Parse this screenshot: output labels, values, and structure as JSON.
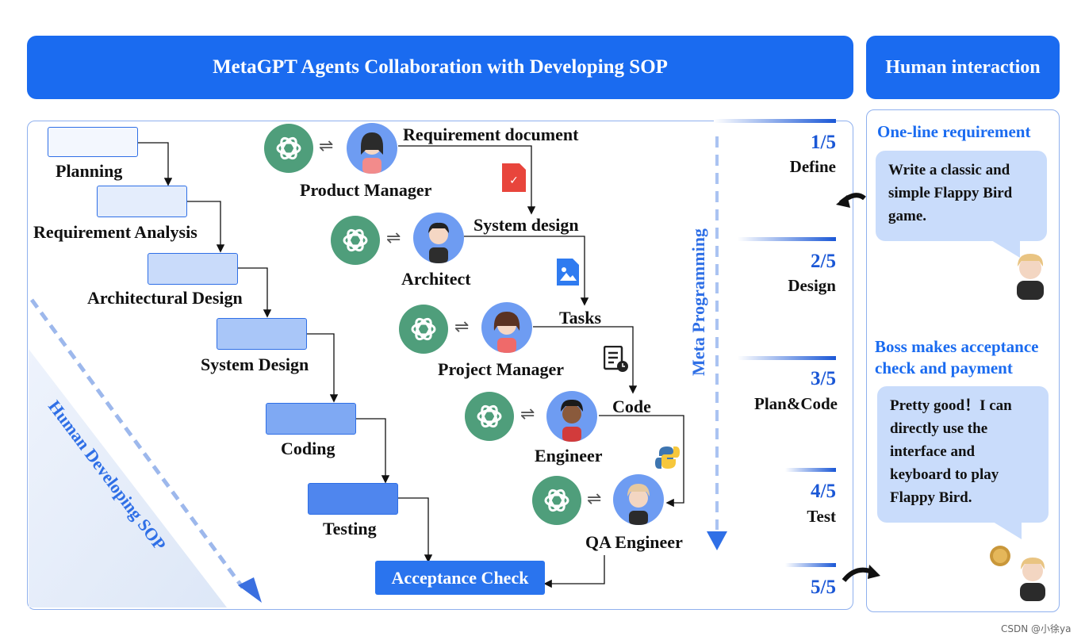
{
  "header": {
    "main_title": "MetaGPT Agents Collaboration with Developing SOP",
    "side_title": "Human interaction"
  },
  "sop": {
    "steps": [
      "Planning",
      "Requirement Analysis",
      "Architectural Design",
      "System Design",
      "Coding",
      "Testing"
    ],
    "acceptance": "Acceptance Check",
    "diagonal_label": "Human Developing SOP"
  },
  "agents": {
    "roles": [
      "Product Manager",
      "Architect",
      "Project Manager",
      "Engineer",
      "QA Engineer"
    ],
    "artifacts": [
      "Requirement document",
      "System design",
      "Tasks",
      "Code"
    ],
    "swap_symbol": "⇌",
    "meta_label": "Meta Programming"
  },
  "stages": [
    {
      "num": "1/5",
      "name": "Define"
    },
    {
      "num": "2/5",
      "name": "Design"
    },
    {
      "num": "3/5",
      "name": "Plan&Code"
    },
    {
      "num": "4/5",
      "name": "Test"
    },
    {
      "num": "5/5",
      "name": ""
    }
  ],
  "human": {
    "req_heading": "One-line requirement",
    "req_text": "Write a classic and simple Flappy Bird game.",
    "boss_heading_1": "Boss makes acceptance",
    "boss_heading_2": "check and payment",
    "boss_text": "Pretty good！I can directly use the interface and keyboard to play Flappy Bird."
  },
  "watermark": "CSDN @小徐ya",
  "colors": {
    "banner": "#1a6bf0",
    "gpt_green": "#4f9e7b",
    "avatar_blue": "#6e9cf2",
    "bubble": "#c9dcfb"
  },
  "icons": [
    "openai-icon",
    "pdf-file-icon",
    "image-file-icon",
    "task-list-icon",
    "python-icon",
    "coin-icon"
  ]
}
